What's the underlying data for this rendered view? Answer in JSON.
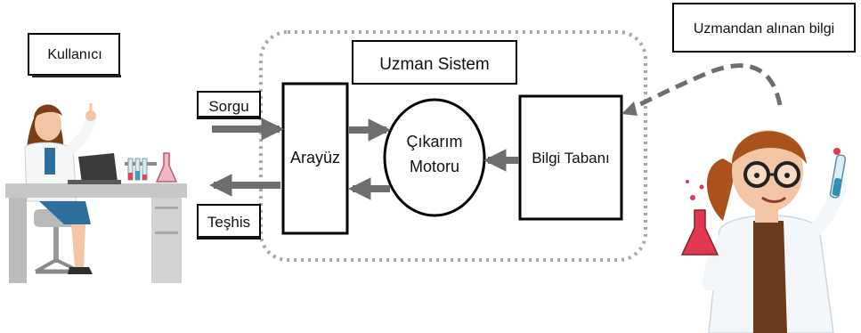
{
  "labels": {
    "user": "Kullanıcı",
    "expert_knowledge": "Uzmandan alınan bilgi",
    "expert_system": "Uzman Sistem",
    "query": "Sorgu",
    "interface": "Arayüz",
    "inference_engine_line1": "Çıkarım",
    "inference_engine_line2": "Motoru",
    "knowledge_base": "Bilgi Tabanı",
    "diagnosis": "Teşhis"
  },
  "icons": {
    "user_figure": "woman-at-laptop-desk-illustration",
    "expert_figure": "scientist-with-flasks-illustration"
  },
  "colors": {
    "arrow": "#6e6e6e",
    "dotted_border": "#a8a8a8",
    "box_border": "#000000"
  }
}
